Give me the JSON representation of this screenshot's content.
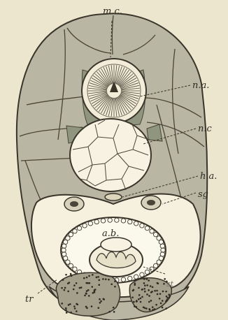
{
  "figure": {
    "labels": {
      "mc": "m.c.",
      "na": "n.a.",
      "nc": "n.c",
      "ha": "h.a.",
      "sg": "sg",
      "ab": "a.b.",
      "st": "st",
      "tr": "tr"
    },
    "colors": {
      "background": "#ede6cf",
      "body_wall": "#b9b6a4",
      "cavity": "#f6f1df",
      "ink": "#3a352b",
      "dark_tissue": "#8f957f",
      "dots": "#2f2b23"
    }
  }
}
